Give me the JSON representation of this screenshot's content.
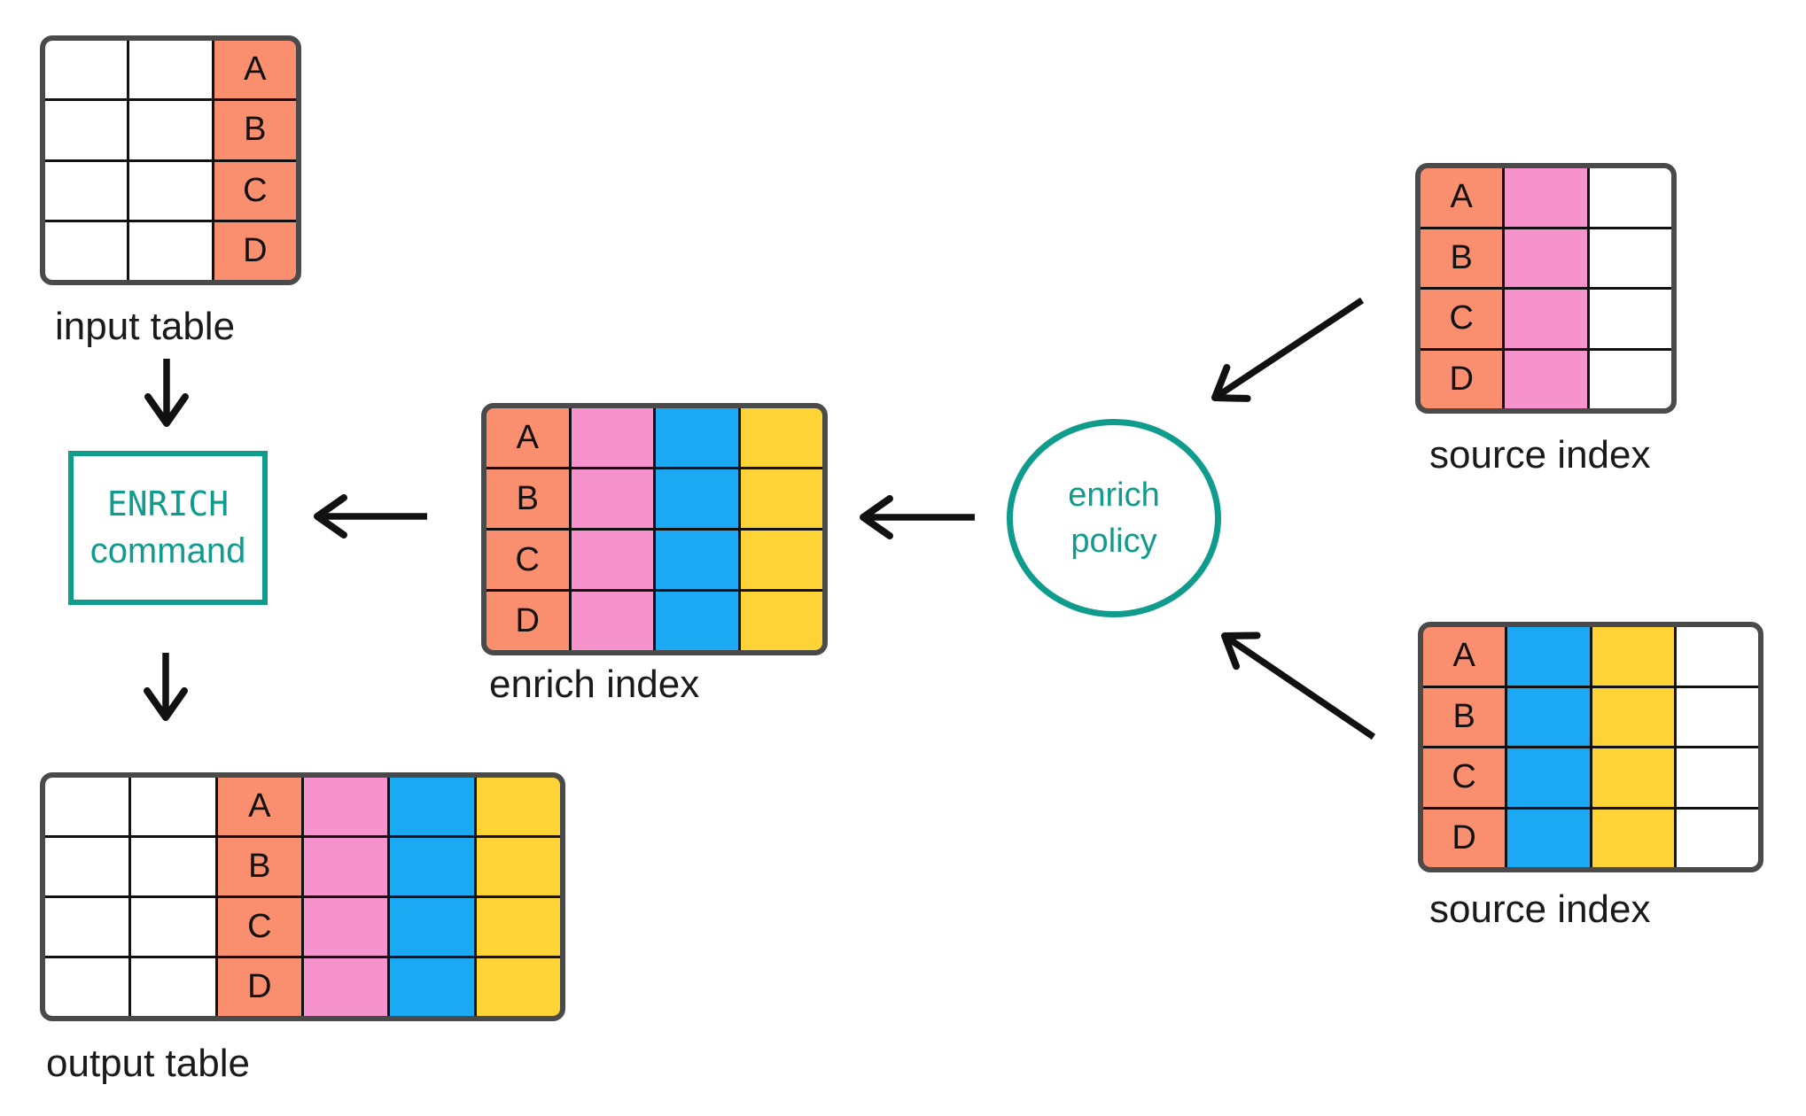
{
  "colors": {
    "salmon": "#FA8F6F",
    "pink": "#F693CC",
    "blue": "#1CA9F4",
    "yellow": "#FDD335",
    "white": "#FFFFFF",
    "teal": "#109C8D",
    "table_border_gray": "#4A4A4A",
    "grid_line_black": "#111111",
    "arrow_black": "#111111",
    "label_black": "#1A1A1A"
  },
  "nodes": {
    "enrich_command": {
      "line1": "ENRICH",
      "line2": "command"
    },
    "enrich_policy": {
      "line1": "enrich",
      "line2": "policy"
    }
  },
  "tables": [
    {
      "id": "input-table",
      "label": "input table",
      "columns": [
        "white",
        "white",
        "salmon"
      ],
      "letter_col": 2,
      "letters": [
        "A",
        "B",
        "C",
        "D"
      ]
    },
    {
      "id": "enrich-index",
      "label": "enrich index",
      "columns": [
        "salmon",
        "pink",
        "blue",
        "yellow"
      ],
      "letter_col": 0,
      "letters": [
        "A",
        "B",
        "C",
        "D"
      ]
    },
    {
      "id": "source-index-top",
      "label": "source index",
      "columns": [
        "salmon",
        "pink",
        "white"
      ],
      "letter_col": 0,
      "letters": [
        "A",
        "B",
        "C",
        "D"
      ]
    },
    {
      "id": "source-index-bottom",
      "label": "source index",
      "columns": [
        "salmon",
        "blue",
        "yellow",
        "white"
      ],
      "letter_col": 0,
      "letters": [
        "A",
        "B",
        "C",
        "D"
      ]
    },
    {
      "id": "output-table",
      "label": "output table",
      "columns": [
        "white",
        "white",
        "salmon",
        "pink",
        "blue",
        "yellow"
      ],
      "letter_col": 2,
      "letters": [
        "A",
        "B",
        "C",
        "D"
      ]
    }
  ]
}
